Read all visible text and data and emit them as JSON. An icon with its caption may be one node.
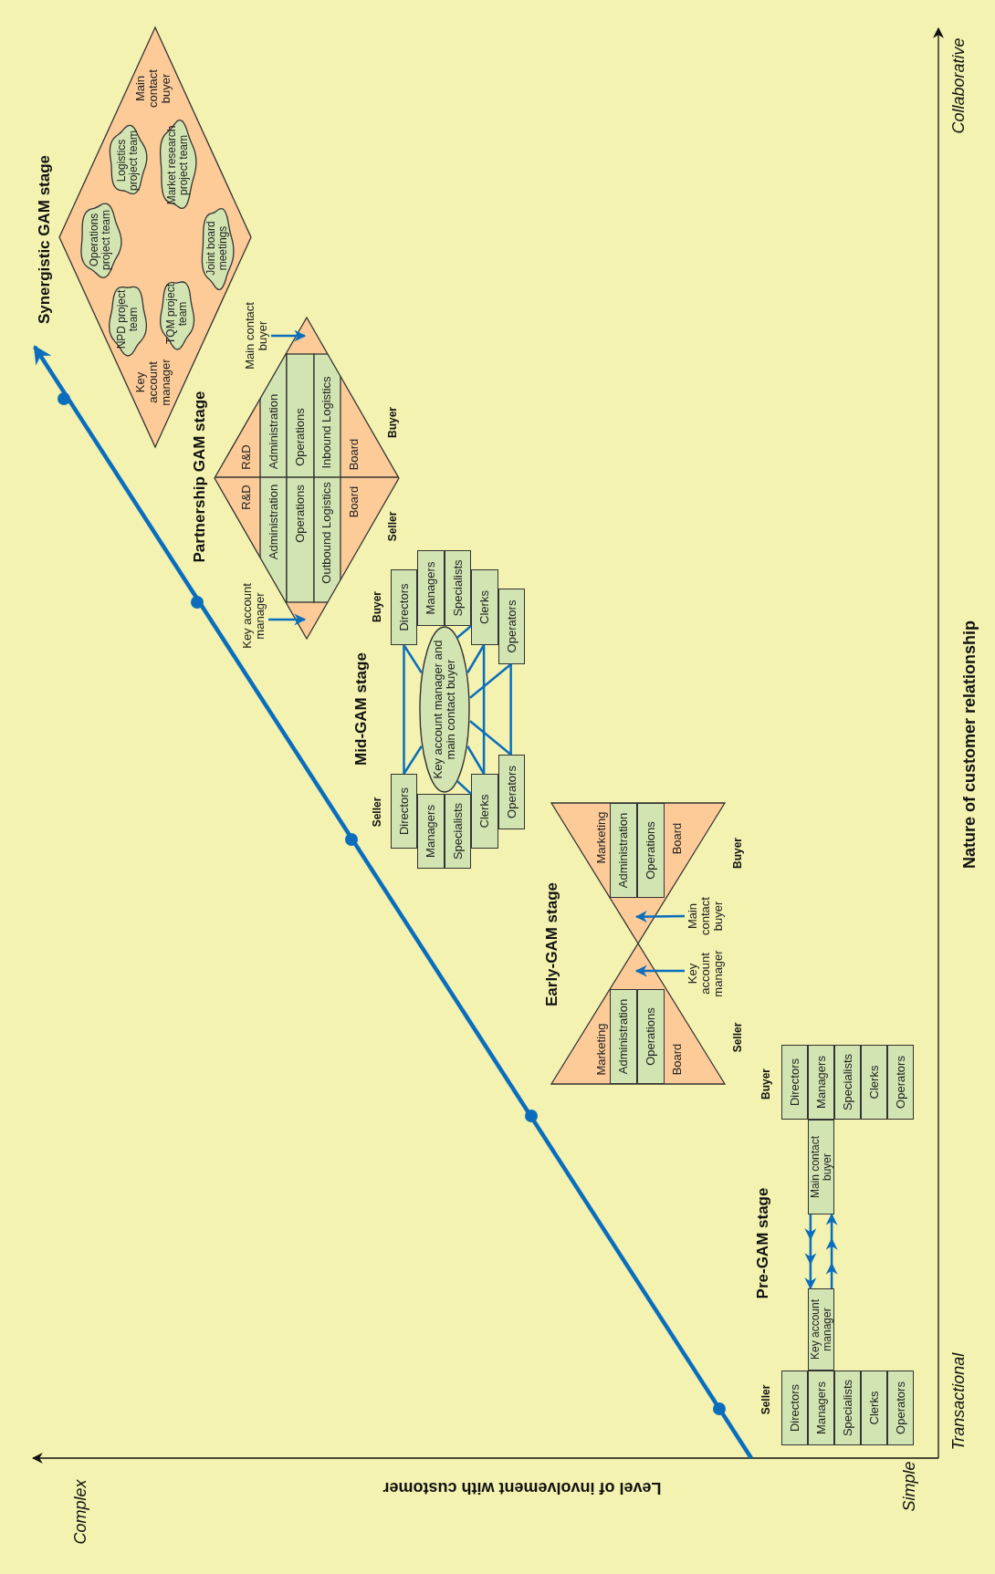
{
  "diagram": {
    "nodes": [
      {
        "text": [
          "Directors"
        ]
      },
      {
        "text": [
          "Managers"
        ]
      },
      {
        "text": [
          "Specialists"
        ]
      },
      {
        "text": [
          "Clerks"
        ]
      },
      {
        "text": [
          "Operators"
        ]
      },
      {
        "text": [
          "Key account manager"
        ]
      },
      {
        "text": [
          "Main contact buyer"
        ]
      },
      {
        "text": [
          "Directors"
        ]
      },
      {
        "text": [
          "Managers"
        ]
      },
      {
        "text": [
          "Specialists"
        ]
      },
      {
        "text": [
          "Clerks"
        ]
      },
      {
        "text": [
          "Operators"
        ]
      },
      {
        "text": [],
        "shape": "triangle"
      },
      {
        "text": [
          "Marketing"
        ],
        "in": 12
      },
      {
        "text": [
          "Administration"
        ],
        "in": 12
      },
      {
        "text": [
          "Operations"
        ],
        "in": 12
      },
      {
        "text": [
          "Board"
        ],
        "in": 12
      },
      {
        "text": [
          "Key account manager"
        ]
      },
      {
        "text": [
          "Main contact buyer"
        ]
      },
      {
        "text": [],
        "shape": "triangle"
      },
      {
        "text": [
          "Marketing"
        ],
        "in": 19
      },
      {
        "text": [
          "Administration"
        ],
        "in": 19
      },
      {
        "text": [
          "Operations"
        ],
        "in": 19
      },
      {
        "text": [
          "Board"
        ],
        "in": 19
      },
      {
        "text": [
          "Directors"
        ]
      },
      {
        "text": [
          "Managers"
        ]
      },
      {
        "text": [
          "Specialists"
        ]
      },
      {
        "text": [
          "Clerks"
        ]
      },
      {
        "text": [
          "Operators"
        ]
      },
      {
        "text": [
          "Key account manager and main contact buyer"
        ]
      },
      {
        "text": [
          "Directors"
        ]
      },
      {
        "text": [
          "Managers"
        ]
      },
      {
        "text": [
          "Specialists"
        ]
      },
      {
        "text": [
          "Clerks"
        ]
      },
      {
        "text": [
          "Operators"
        ]
      },
      {
        "text": [
          "Key account manager"
        ]
      },
      {
        "text": [],
        "shape": "diamond"
      },
      {
        "text": [
          "R&D"
        ],
        "in": 36
      },
      {
        "text": [
          "Administration"
        ],
        "in": 36
      },
      {
        "text": [
          "Operations"
        ],
        "in": 36
      },
      {
        "text": [
          "Outbound Logistics"
        ],
        "in": 36
      },
      {
        "text": [
          "Board"
        ],
        "in": 36
      },
      {
        "text": [
          "R&D"
        ],
        "in": 36
      },
      {
        "text": [
          "Administration"
        ],
        "in": 36
      },
      {
        "text": [
          "Operations"
        ],
        "in": 36
      },
      {
        "text": [
          "Inbound Logistics"
        ],
        "in": 36
      },
      {
        "text": [
          "Board"
        ],
        "in": 36
      },
      {
        "text": [
          "Main contact buyer"
        ]
      },
      {
        "text": [
          "Key account manager",
          "Main contact buyer"
        ]
      },
      {
        "text": [
          "Operations project team"
        ],
        "in": 48
      },
      {
        "text": [
          "NPD project team"
        ],
        "in": 48
      },
      {
        "text": [
          "Logistics project team"
        ],
        "in": 48
      },
      {
        "text": [
          "TQM project team"
        ],
        "in": 48
      },
      {
        "text": [
          "Market research project team"
        ],
        "in": 48
      },
      {
        "text": [
          "Joint board meetings"
        ],
        "in": 48
      }
    ],
    "edges": [
      {
        "from": 6,
        "to": 5,
        "arrow": "to"
      },
      {
        "from": 5,
        "to": 6,
        "arrow": "to"
      },
      {
        "from": 17,
        "to": 12,
        "arrow": "to"
      },
      {
        "from": 18,
        "to": 19,
        "arrow": "to"
      },
      {
        "from": 24,
        "to": 30,
        "arrow": "none"
      },
      {
        "from": 24,
        "to": 29,
        "arrow": "none"
      },
      {
        "from": 30,
        "to": 29,
        "arrow": "none"
      },
      {
        "from": 26,
        "to": 29,
        "arrow": "none"
      },
      {
        "from": 32,
        "to": 29,
        "arrow": "none"
      },
      {
        "from": 27,
        "to": 33,
        "arrow": "none"
      },
      {
        "from": 27,
        "to": 29,
        "arrow": "none"
      },
      {
        "from": 33,
        "to": 29,
        "arrow": "none"
      },
      {
        "from": 28,
        "to": 34,
        "arrow": "none"
      },
      {
        "from": 28,
        "to": 29,
        "arrow": "none"
      },
      {
        "from": 34,
        "to": 29,
        "arrow": "none"
      },
      {
        "from": 35,
        "to": 36,
        "arrow": "to"
      },
      {
        "from": 47,
        "to": 36,
        "arrow": "to"
      }
    ],
    "labels": [
      "Complex",
      "Level of involvement with customer",
      "Simple",
      "Transactional",
      "Nature of customer relationship",
      "Collaborative",
      "Pre-GAM stage",
      "Seller",
      "Buyer",
      "Early-GAM stage",
      "Seller",
      "Buyer",
      "Mid-GAM stage",
      "Seller",
      "Buyer",
      "Partnership GAM stage",
      "Seller",
      "Buyer",
      "Synergistic GAM stage"
    ]
  }
}
